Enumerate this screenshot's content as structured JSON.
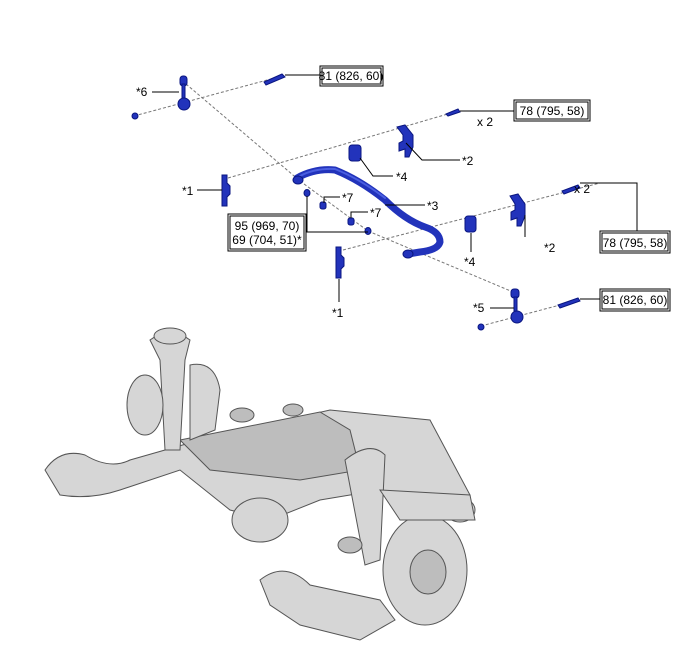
{
  "diagram": {
    "callouts": {
      "c1_left": "*1",
      "c1_lower": "*1",
      "c2_top": "*2",
      "c2_right": "*2",
      "c3": "*3",
      "c4_top": "*4",
      "c4_right": "*4",
      "c5": "*5",
      "c6": "*6",
      "c7_a": "*7",
      "c7_b": "*7"
    },
    "torque": {
      "link_bolt_top": "81 (826, 60)",
      "bracket_bolt_top": "78 (795, 58)",
      "bracket_bolt_right": "78 (795, 58)",
      "link_bolt_bottom": "81 (826, 60)",
      "link_nut_line1": "95 (969, 70)",
      "link_nut_line2": "69 (704, 51)*"
    },
    "quantity": {
      "top": "x 2",
      "right": "x 2"
    },
    "colors": {
      "part": "#2233bb",
      "assembly": "#d6d6d6"
    }
  }
}
